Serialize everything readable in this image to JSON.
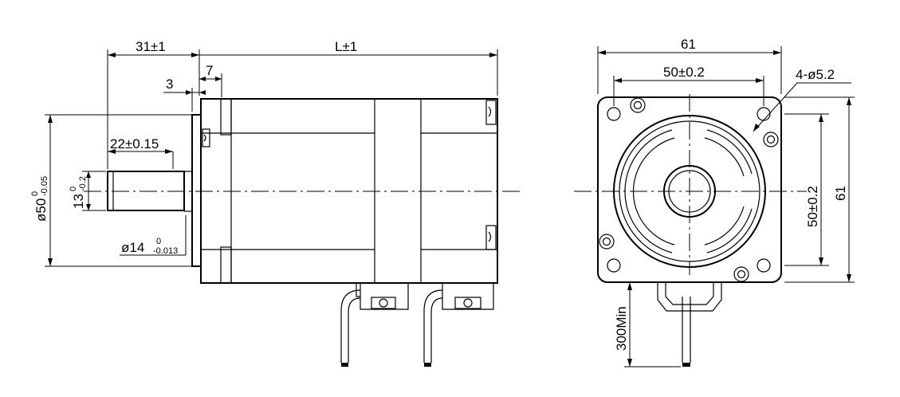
{
  "side_view": {
    "dim_shaft_length": "31±1",
    "dim_body_length": "L±1",
    "dim_flange_offset": "7",
    "dim_pilot_depth": "3",
    "dim_key_length": "22±0.15",
    "dim_key_height": "13",
    "dim_key_height_tol_upper": "0",
    "dim_key_height_tol_lower": "-0.2",
    "dim_pilot_dia": "ø50",
    "dim_pilot_tol_upper": "0",
    "dim_pilot_tol_lower": "-0.05",
    "dim_shaft_dia": "ø14",
    "dim_shaft_tol_upper": "0",
    "dim_shaft_tol_lower": "-0.013"
  },
  "front_view": {
    "dim_width": "61",
    "dim_hole_spacing_x": "50±0.2",
    "dim_holes": "4-ø5.2",
    "dim_hole_spacing_y": "50±0.2",
    "dim_height": "61",
    "dim_lead_length": "300Min"
  }
}
